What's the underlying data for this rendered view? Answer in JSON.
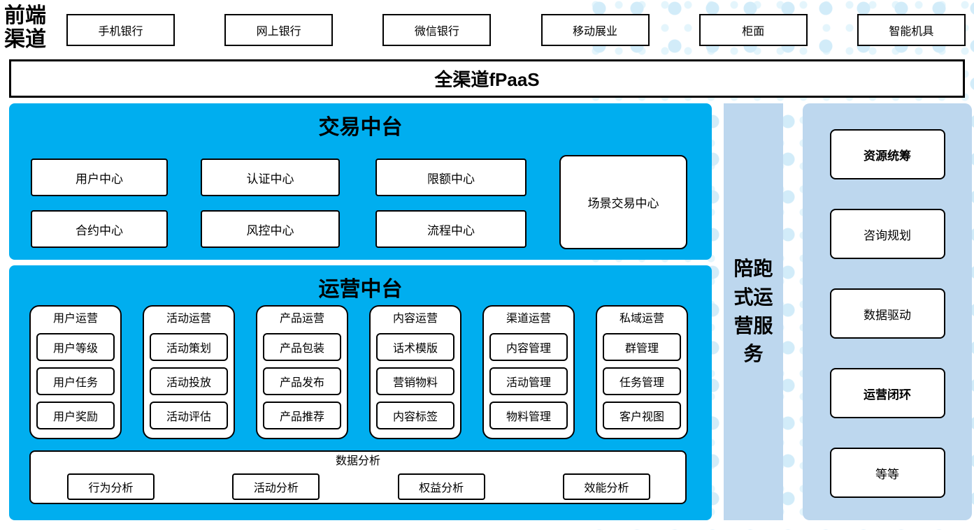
{
  "colors": {
    "accent_cyan": "#00AEEF",
    "panel_light_blue": "#BDD7EE",
    "dot_decoration": "#D2ECF9"
  },
  "front_channels": {
    "label": "前端渠道",
    "items": [
      "手机银行",
      "网上银行",
      "微信银行",
      "移动展业",
      "柜面",
      "智能机具"
    ]
  },
  "fpaas_bar": {
    "label": "全渠道fPaaS"
  },
  "trade_platform": {
    "title": "交易中台",
    "row1": [
      "用户中心",
      "认证中心",
      "限额中心"
    ],
    "row2": [
      "合约中心",
      "风控中心",
      "流程中心"
    ],
    "scene_box": "场景交易中心"
  },
  "ops_platform": {
    "title": "运营中台",
    "columns": [
      {
        "title": "用户运营",
        "items": [
          "用户等级",
          "用户任务",
          "用户奖励"
        ]
      },
      {
        "title": "活动运营",
        "items": [
          "活动策划",
          "活动投放",
          "活动评估"
        ]
      },
      {
        "title": "产品运营",
        "items": [
          "产品包装",
          "产品发布",
          "产品推荐"
        ]
      },
      {
        "title": "内容运营",
        "items": [
          "话术模版",
          "营销物料",
          "内容标签"
        ]
      },
      {
        "title": "渠道运营",
        "items": [
          "内容管理",
          "活动管理",
          "物料管理"
        ]
      },
      {
        "title": "私域运营",
        "items": [
          "群管理",
          "任务管理",
          "客户视图"
        ]
      }
    ],
    "analysis": {
      "title": "数据分析",
      "items": [
        "行为分析",
        "活动分析",
        "权益分析",
        "效能分析"
      ]
    }
  },
  "side_bar": {
    "label": "陪跑式运营服务"
  },
  "right_panel": {
    "items": [
      {
        "label": "资源统筹",
        "bold": true
      },
      {
        "label": "咨询规划",
        "bold": false
      },
      {
        "label": "数据驱动",
        "bold": false
      },
      {
        "label": "运营闭环",
        "bold": true
      },
      {
        "label": "等等",
        "bold": false
      }
    ]
  }
}
